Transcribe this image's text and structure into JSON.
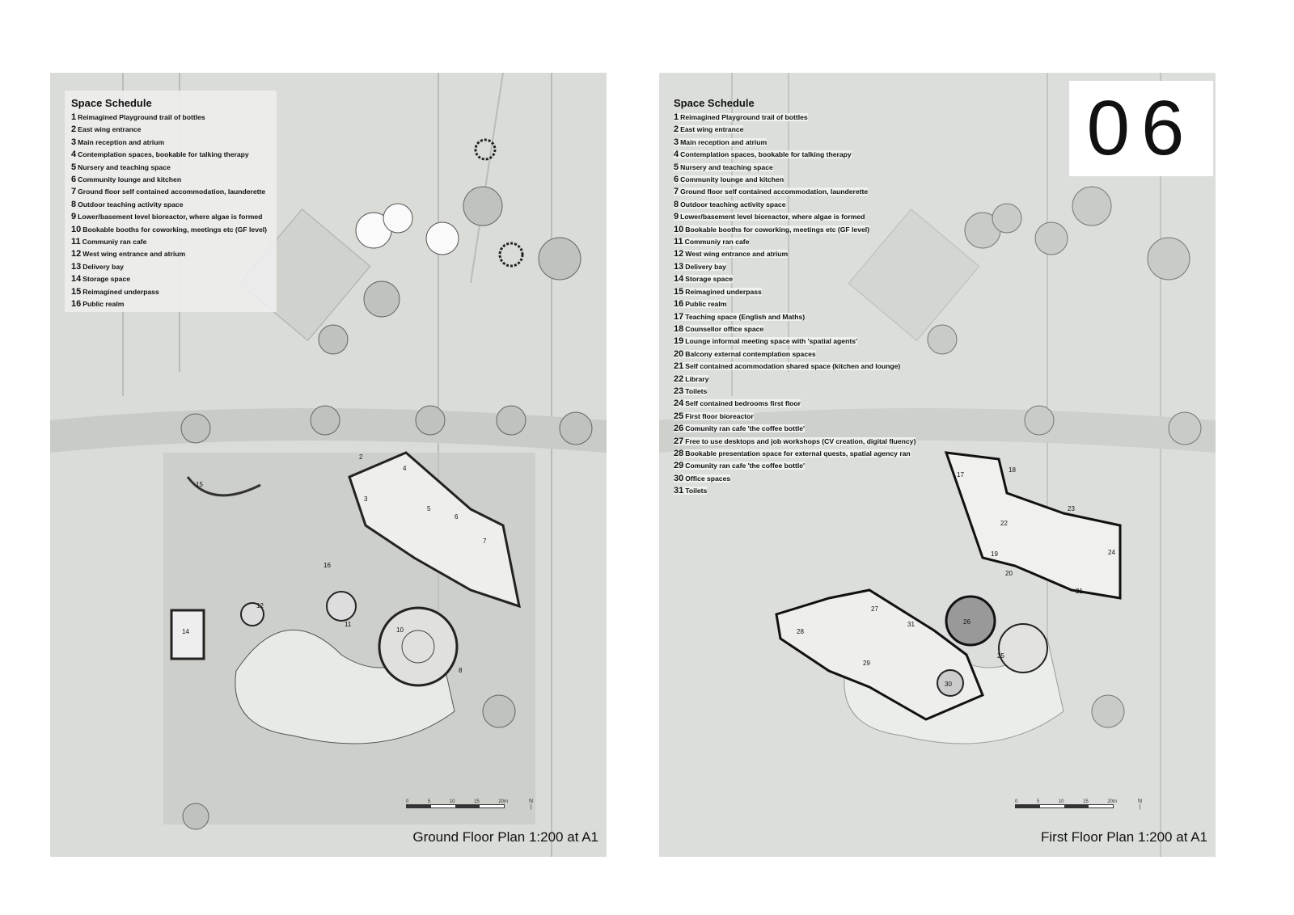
{
  "sheet_number": "06",
  "ground_floor": {
    "schedule_title": "Space Schedule",
    "items": [
      {
        "n": "1",
        "label": "Reimagined Playground trail of bottles"
      },
      {
        "n": "2",
        "label": "East wing entrance"
      },
      {
        "n": "3",
        "label": "Main reception and atrium"
      },
      {
        "n": "4",
        "label": "Contemplation spaces, bookable for talking therapy"
      },
      {
        "n": "5",
        "label": "Nursery and teaching space"
      },
      {
        "n": "6",
        "label": "Community lounge and kitchen"
      },
      {
        "n": "7",
        "label": "Ground floor self contained accommodation, launderette"
      },
      {
        "n": "8",
        "label": "Outdoor teaching activity space"
      },
      {
        "n": "9",
        "label": "Lower/basement level bioreactor, where algae is formed"
      },
      {
        "n": "10",
        "label": "Bookable booths for coworking, meetings etc (GF level)"
      },
      {
        "n": "11",
        "label": "Communiy ran cafe"
      },
      {
        "n": "12",
        "label": "West wing entrance and atrium"
      },
      {
        "n": "13",
        "label": "Delivery bay"
      },
      {
        "n": "14",
        "label": "Storage space"
      },
      {
        "n": "15",
        "label": "Reimagined underpass"
      },
      {
        "n": "16",
        "label": "Public realm"
      }
    ],
    "plan_labels": [
      "2",
      "3",
      "4",
      "5",
      "6",
      "7",
      "8",
      "10",
      "11",
      "12",
      "14",
      "15",
      "16"
    ],
    "title": "Ground Floor Plan 1:200 at A1"
  },
  "first_floor": {
    "schedule_title": "Space Schedule",
    "items": [
      {
        "n": "1",
        "label": "Reimagined Playground trail of bottles"
      },
      {
        "n": "2",
        "label": "East wing entrance"
      },
      {
        "n": "3",
        "label": "Main reception and atrium"
      },
      {
        "n": "4",
        "label": "Contemplation spaces, bookable for talking therapy"
      },
      {
        "n": "5",
        "label": "Nursery and teaching space"
      },
      {
        "n": "6",
        "label": "Community lounge and kitchen"
      },
      {
        "n": "7",
        "label": "Ground floor self contained accommodation, launderette"
      },
      {
        "n": "8",
        "label": "Outdoor teaching activity space"
      },
      {
        "n": "9",
        "label": "Lower/basement level bioreactor, where algae is formed"
      },
      {
        "n": "10",
        "label": "Bookable booths for coworking, meetings etc (GF level)"
      },
      {
        "n": "11",
        "label": "Communiy ran cafe"
      },
      {
        "n": "12",
        "label": "West wing entrance and atrium"
      },
      {
        "n": "13",
        "label": "Delivery bay"
      },
      {
        "n": "14",
        "label": "Storage space"
      },
      {
        "n": "15",
        "label": "Reimagined underpass"
      },
      {
        "n": "16",
        "label": "Public realm"
      },
      {
        "n": "17",
        "label": "Teaching space (English and Maths)"
      },
      {
        "n": "18",
        "label": "Counsellor office space"
      },
      {
        "n": "19",
        "label": "Lounge informal meeting space with 'spatial agents'"
      },
      {
        "n": "20",
        "label": "Balcony external contemplation spaces"
      },
      {
        "n": "21",
        "label": "Self contained acommodation shared space (kitchen and lounge)"
      },
      {
        "n": "22",
        "label": "Library"
      },
      {
        "n": "23",
        "label": "Toilets"
      },
      {
        "n": "24",
        "label": "Self contained bedrooms first floor"
      },
      {
        "n": "25",
        "label": "First floor bioreactor"
      },
      {
        "n": "26",
        "label": "Comunity ran cafe 'the coffee bottle'"
      },
      {
        "n": "27",
        "label": "Free to use desktops and job workshops (CV creation, digital fluency)"
      },
      {
        "n": "28",
        "label": "Bookable presentation space for external quests, spatial agency ran"
      },
      {
        "n": "29",
        "label": "Comunity ran cafe 'the coffee bottle'"
      },
      {
        "n": "30",
        "label": "Office spaces"
      },
      {
        "n": "31",
        "label": "Toilets"
      }
    ],
    "plan_labels": [
      "17",
      "18",
      "19",
      "20",
      "21",
      "22",
      "23",
      "24",
      "25",
      "26",
      "27",
      "28",
      "29",
      "30",
      "31"
    ],
    "title": "First Floor Plan 1:200 at A1"
  },
  "scale_bar": {
    "ticks": [
      "0",
      "5",
      "10",
      "15",
      "20m"
    ],
    "north": "N"
  }
}
